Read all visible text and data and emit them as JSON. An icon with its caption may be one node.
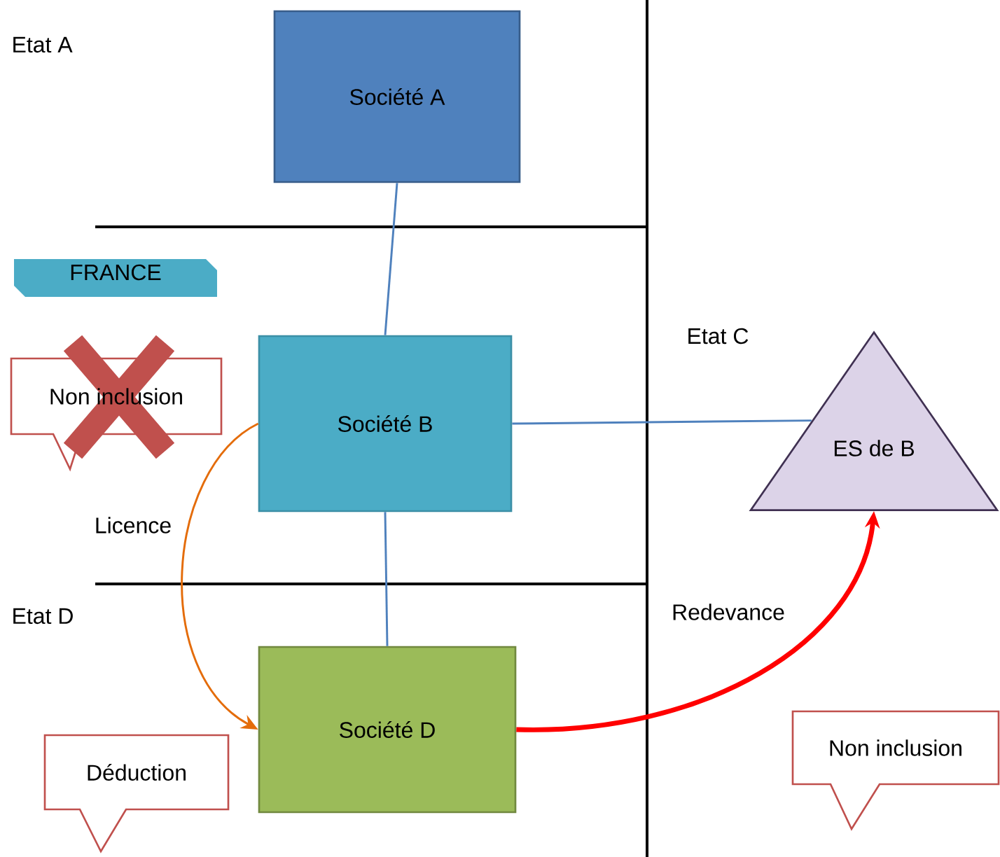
{
  "diagram": {
    "nodes": [
      {
        "text": [
          "Société A"
        ]
      },
      {
        "text": [
          "FRANCE"
        ]
      },
      {
        "text": [
          "Non inclusion"
        ]
      },
      {
        "text": [
          "Société B"
        ]
      },
      {
        "text": [
          "ES de B"
        ]
      },
      {
        "text": [
          "Société D"
        ]
      },
      {
        "text": [
          "Déduction"
        ]
      },
      {
        "text": [
          "Non inclusion"
        ]
      }
    ],
    "edges": [
      {
        "from": 0,
        "to": 3,
        "arrow": "none"
      },
      {
        "from": 3,
        "to": 5,
        "arrow": "none"
      },
      {
        "from": 3,
        "to": 4,
        "arrow": "none"
      },
      {
        "from": 3,
        "to": 5,
        "arrow": "to",
        "label": "Licence",
        "color": "#e46c0a"
      },
      {
        "from": 5,
        "to": 4,
        "arrow": "to",
        "label": "Redevance",
        "style": "thick",
        "color": "#ff0000"
      }
    ],
    "labels": [
      "Etat A",
      "Etat C",
      "Etat D"
    ]
  }
}
